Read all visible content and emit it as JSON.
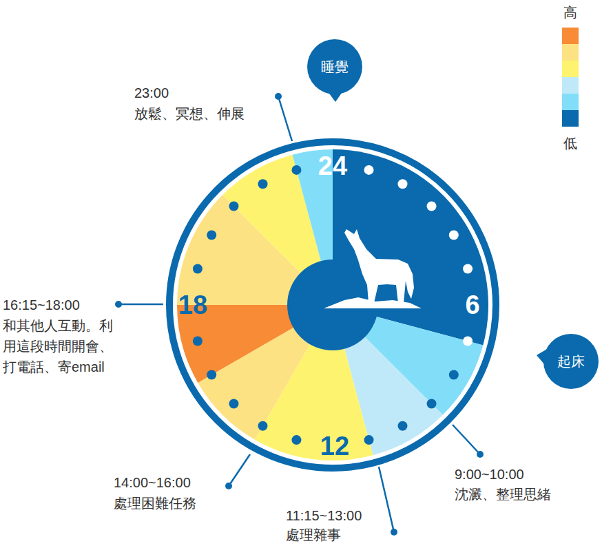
{
  "diagram": {
    "nodes": [
      {
        "text": [
          "睡覺"
        ]
      },
      {
        "text": [
          "起床"
        ]
      }
    ],
    "labels": [
      "24",
      "6",
      "12",
      "18",
      "23:00",
      "放鬆、冥想、伸展",
      "16:15~18:00",
      "和其他人互動。利 用這段時間開會、 打電話、寄email",
      "14:00~16:00",
      "處理困難任務",
      "11:15~13:00",
      "處理雜事",
      "9:00~10:00",
      "沈澱、整理思緒"
    ],
    "legend": [
      {
        "text": "高",
        "color": "#f78b36"
      },
      {
        "text": "低",
        "color": "#0a6aad"
      }
    ]
  }
}
